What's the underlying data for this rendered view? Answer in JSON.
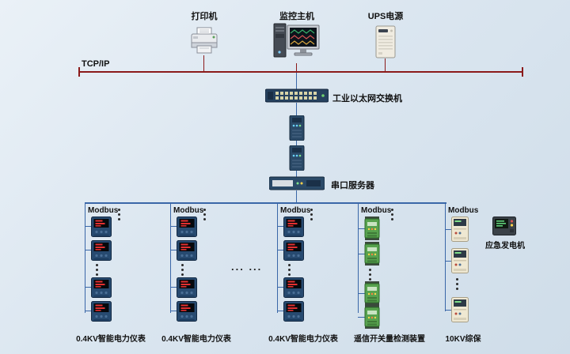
{
  "top_devices": {
    "printer_label": "打印机",
    "monitor_label": "监控主机",
    "ups_label": "UPS电源"
  },
  "backbone": {
    "tcpip_label": "TCP/IP",
    "switch_label": "工业以太网交换机",
    "serial_server_label": "串口服务器"
  },
  "buses": [
    {
      "protocol": "Modbus",
      "label": "0.4KV智能电力仪表",
      "device_type": "power-meter",
      "devices_shown": 4
    },
    {
      "protocol": "Modbus",
      "label": "0.4KV智能电力仪表",
      "device_type": "power-meter",
      "devices_shown": 4
    },
    {
      "protocol": "Modbus",
      "label": "0.4KV智能电力仪表",
      "device_type": "power-meter",
      "devices_shown": 4
    },
    {
      "protocol": "Modbus",
      "label": "遥信开关量检测装置",
      "device_type": "io-module",
      "devices_shown": 4
    },
    {
      "protocol": "Modbus",
      "label": "10KV综保",
      "device_type": "protection-relay",
      "devices_shown": 3
    }
  ],
  "generator": {
    "label": "应急发电机"
  },
  "decor": {
    "ellipsis": "... ..."
  },
  "colors": {
    "tcpip_line": "#8B1A1A",
    "fieldbus_line": "#3A67A8",
    "meter_display": "#E33030",
    "io_module_green": "#57A24E",
    "relay_body": "#EFE8D2",
    "background_top": "#EAF1F7",
    "background_bottom": "#CFDDE9"
  },
  "icons": {
    "printer": "printer-icon",
    "monitor_host": "monitor-host-icon",
    "ups": "ups-icon",
    "ethernet_switch": "ethernet-switch-icon",
    "media_converter": "media-converter-icon",
    "serial_server": "serial-server-icon",
    "power_meter": "power-meter-icon",
    "io_module": "io-module-icon",
    "protection_relay": "protection-relay-icon",
    "generator_controller": "generator-controller-icon"
  }
}
